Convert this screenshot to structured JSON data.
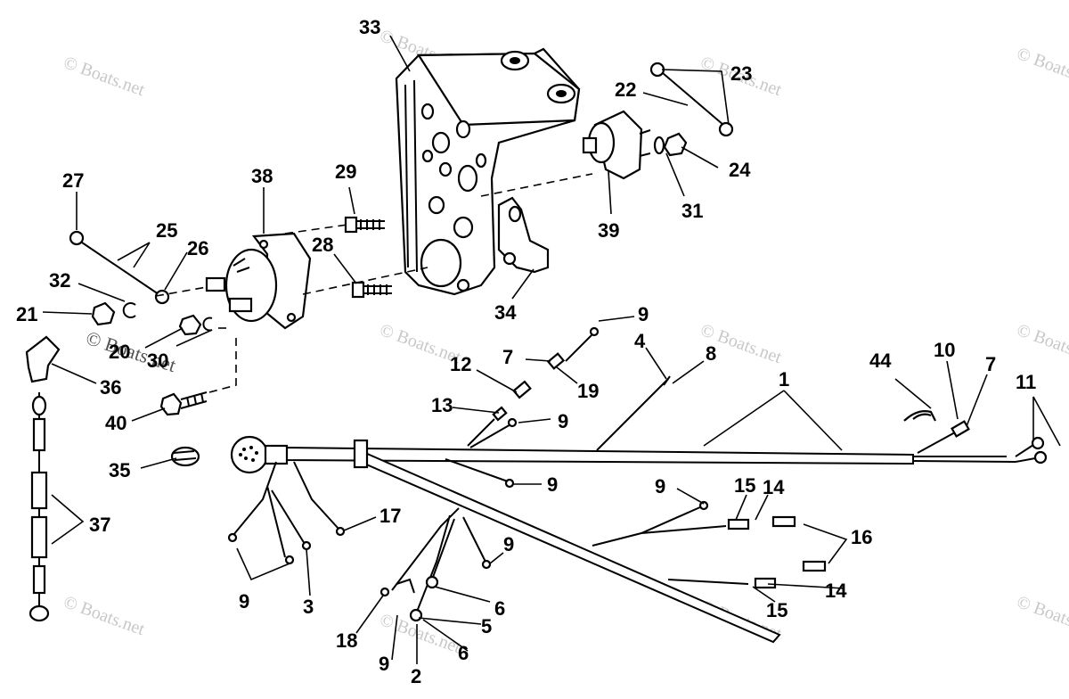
{
  "watermark": "© Boats.net",
  "callouts": [
    {
      "id": "c33",
      "text": "33"
    },
    {
      "id": "c22",
      "text": "22"
    },
    {
      "id": "c23",
      "text": "23"
    },
    {
      "id": "c24",
      "text": "24"
    },
    {
      "id": "c31",
      "text": "31"
    },
    {
      "id": "c39",
      "text": "39"
    },
    {
      "id": "c27",
      "text": "27"
    },
    {
      "id": "c38",
      "text": "38"
    },
    {
      "id": "c29",
      "text": "29"
    },
    {
      "id": "c25",
      "text": "25"
    },
    {
      "id": "c26",
      "text": "26"
    },
    {
      "id": "c28",
      "text": "28"
    },
    {
      "id": "c32",
      "text": "32"
    },
    {
      "id": "c21",
      "text": "21"
    },
    {
      "id": "c20",
      "text": "20"
    },
    {
      "id": "c30",
      "text": "30"
    },
    {
      "id": "c34",
      "text": "34"
    },
    {
      "id": "c36",
      "text": "36"
    },
    {
      "id": "c40",
      "text": "40"
    },
    {
      "id": "c35",
      "text": "35"
    },
    {
      "id": "c37",
      "text": "37"
    },
    {
      "id": "c9a",
      "text": "9"
    },
    {
      "id": "c7a",
      "text": "7"
    },
    {
      "id": "c19",
      "text": "19"
    },
    {
      "id": "c4",
      "text": "4"
    },
    {
      "id": "c8",
      "text": "8"
    },
    {
      "id": "c12",
      "text": "12"
    },
    {
      "id": "c13",
      "text": "13"
    },
    {
      "id": "c9b",
      "text": "9"
    },
    {
      "id": "c1",
      "text": "1"
    },
    {
      "id": "c44",
      "text": "44"
    },
    {
      "id": "c10",
      "text": "10"
    },
    {
      "id": "c7b",
      "text": "7"
    },
    {
      "id": "c11",
      "text": "11"
    },
    {
      "id": "c9c",
      "text": "9"
    },
    {
      "id": "c17",
      "text": "17"
    },
    {
      "id": "c9d",
      "text": "9"
    },
    {
      "id": "c15a",
      "text": "15"
    },
    {
      "id": "c14a",
      "text": "14"
    },
    {
      "id": "c9e",
      "text": "9"
    },
    {
      "id": "c16",
      "text": "16"
    },
    {
      "id": "c9f",
      "text": "9"
    },
    {
      "id": "c3",
      "text": "3"
    },
    {
      "id": "c6a",
      "text": "6"
    },
    {
      "id": "c5",
      "text": "5"
    },
    {
      "id": "c6b",
      "text": "6"
    },
    {
      "id": "c14b",
      "text": "14"
    },
    {
      "id": "c15b",
      "text": "15"
    },
    {
      "id": "c18",
      "text": "18"
    },
    {
      "id": "c9g",
      "text": "9"
    },
    {
      "id": "c2",
      "text": "2"
    }
  ]
}
